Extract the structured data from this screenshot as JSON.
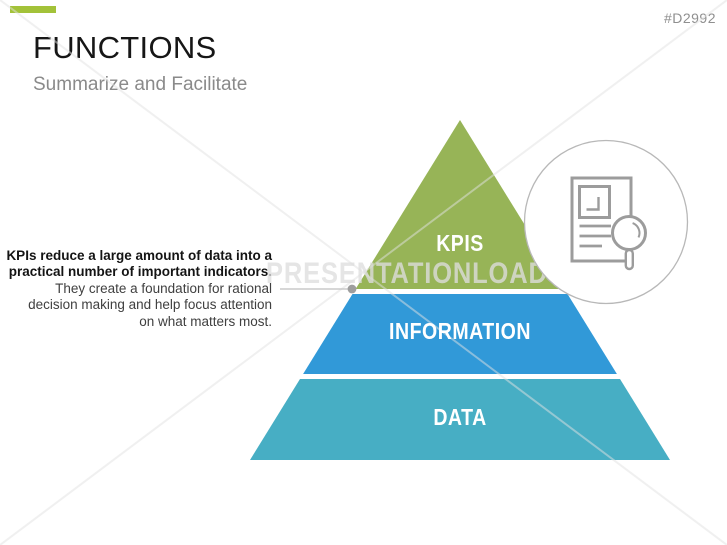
{
  "page": {
    "code": "#D2992"
  },
  "brand": {
    "bar_color": "#A3C239"
  },
  "header": {
    "title": "FUNCTIONS",
    "subtitle": "Summarize and Facilitate"
  },
  "description": {
    "lines": [
      "KPIs reduce a large amount of data into a",
      "practical number of important indicators.",
      "They create a foundation for rational",
      "decision making and help focus attention",
      "on what matters most."
    ]
  },
  "pyramid": {
    "levels": [
      {
        "label": "KPIS",
        "color": "#97B457"
      },
      {
        "label": "INFORMATION",
        "color": "#3199D8"
      },
      {
        "label": "DATA",
        "color": "#47AEC4"
      }
    ]
  },
  "watermark": {
    "text": "PRESENTATIONLOAD",
    "color": "#DEDEDE"
  },
  "icon": {
    "name": "document-magnifier",
    "color": "#9C9C9C",
    "circle_border": "#B8B8B8"
  }
}
